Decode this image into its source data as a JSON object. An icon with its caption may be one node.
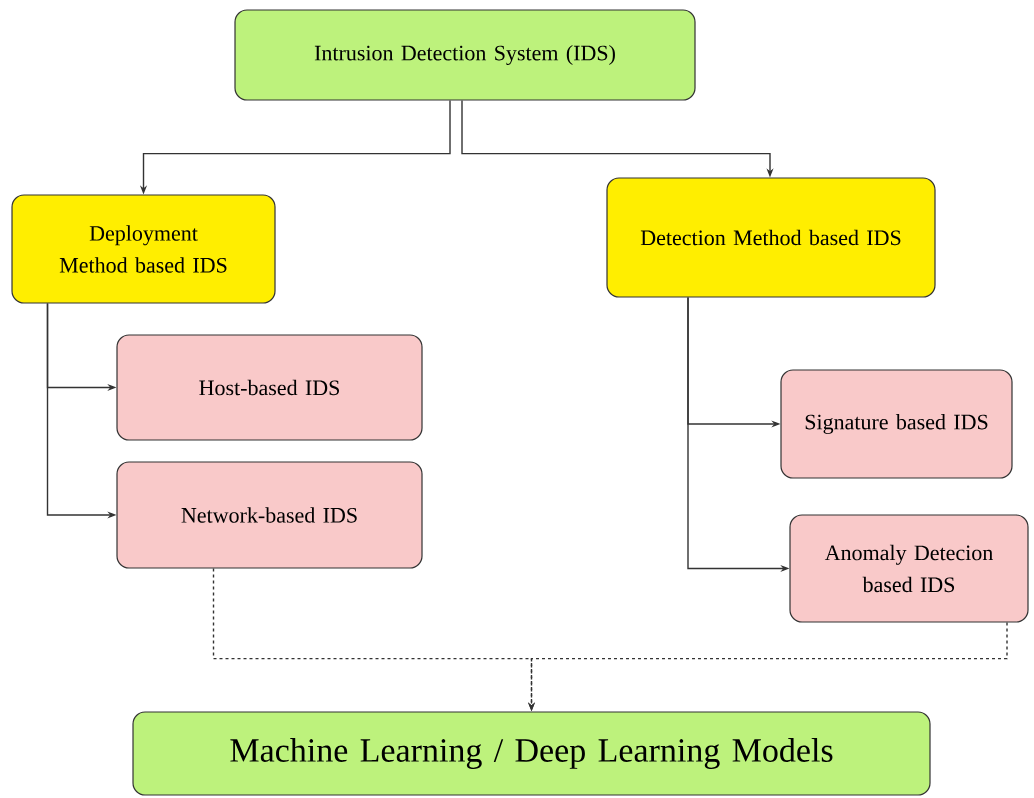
{
  "diagram": {
    "nodes": [
      {
        "text": [
          "Intrusion Detection System (IDS)"
        ]
      },
      {
        "text": [
          "Deployment Method based IDS"
        ]
      },
      {
        "text": [
          "Detection Method based IDS"
        ]
      },
      {
        "text": [
          "Host-based IDS"
        ]
      },
      {
        "text": [
          "Network-based IDS"
        ]
      },
      {
        "text": [
          "Signature  based IDS"
        ]
      },
      {
        "text": [
          "Anomaly Detecion based IDS"
        ]
      },
      {
        "text": [
          "Machine Learning / Deep Learning Models"
        ]
      }
    ],
    "edges": [
      {
        "from": 0,
        "to": 1,
        "arrow": "to"
      },
      {
        "from": 0,
        "to": 2,
        "arrow": "to"
      },
      {
        "from": 1,
        "to": 3,
        "arrow": "to"
      },
      {
        "from": 1,
        "to": 4,
        "arrow": "to"
      },
      {
        "from": 2,
        "to": 5,
        "arrow": "to"
      },
      {
        "from": 2,
        "to": 6,
        "arrow": "to"
      },
      {
        "from": 4,
        "to": 7,
        "arrow": "to",
        "style": "dashed"
      },
      {
        "from": 6,
        "to": 7,
        "arrow": "to",
        "style": "dashed"
      }
    ]
  }
}
